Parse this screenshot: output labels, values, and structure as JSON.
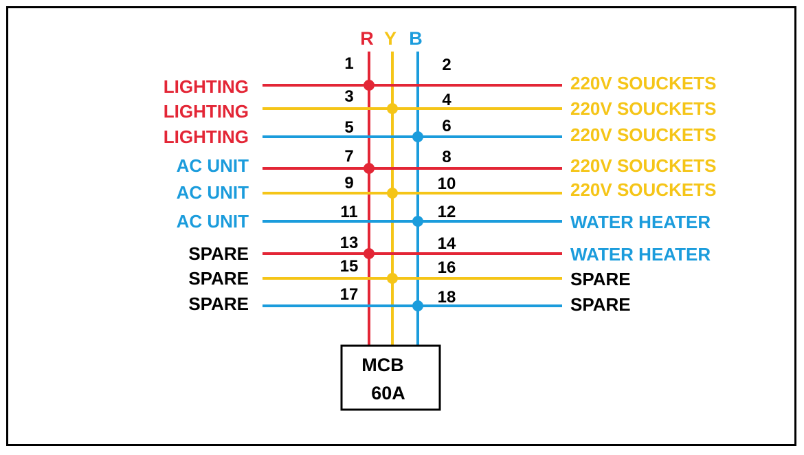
{
  "colors": {
    "R": "#e32636",
    "Y": "#f5c518",
    "B": "#1b9cdc",
    "black": "#000000"
  },
  "phases": [
    {
      "key": "R",
      "label": "R",
      "color": "#e32636"
    },
    {
      "key": "Y",
      "label": "Y",
      "color": "#f5c518"
    },
    {
      "key": "B",
      "label": "B",
      "color": "#1b9cdc"
    }
  ],
  "circuits": [
    {
      "phase": "R",
      "left": {
        "num": "1",
        "label": "LIGHTING",
        "label_color": "#e32636"
      },
      "right": {
        "num": "2",
        "label": "220V SOUCKETS",
        "label_color": "#f5c518"
      }
    },
    {
      "phase": "Y",
      "left": {
        "num": "3",
        "label": "LIGHTING",
        "label_color": "#e32636"
      },
      "right": {
        "num": "4",
        "label": "220V SOUCKETS",
        "label_color": "#f5c518"
      }
    },
    {
      "phase": "B",
      "left": {
        "num": "5",
        "label": "LIGHTING",
        "label_color": "#e32636"
      },
      "right": {
        "num": "6",
        "label": "220V SOUCKETS",
        "label_color": "#f5c518"
      }
    },
    {
      "phase": "R",
      "left": {
        "num": "7",
        "label": "AC UNIT",
        "label_color": "#1b9cdc"
      },
      "right": {
        "num": "8",
        "label": "220V SOUCKETS",
        "label_color": "#f5c518"
      }
    },
    {
      "phase": "Y",
      "left": {
        "num": "9",
        "label": "AC UNIT",
        "label_color": "#1b9cdc"
      },
      "right": {
        "num": "10",
        "label": "220V SOUCKETS",
        "label_color": "#f5c518"
      }
    },
    {
      "phase": "B",
      "left": {
        "num": "11",
        "label": "AC UNIT",
        "label_color": "#1b9cdc"
      },
      "right": {
        "num": "12",
        "label": "WATER HEATER",
        "label_color": "#1b9cdc"
      }
    },
    {
      "phase": "R",
      "left": {
        "num": "13",
        "label": "SPARE",
        "label_color": "#000000"
      },
      "right": {
        "num": "14",
        "label": "WATER HEATER",
        "label_color": "#1b9cdc"
      }
    },
    {
      "phase": "Y",
      "left": {
        "num": "15",
        "label": "SPARE",
        "label_color": "#000000"
      },
      "right": {
        "num": "16",
        "label": "SPARE",
        "label_color": "#000000"
      }
    },
    {
      "phase": "B",
      "left": {
        "num": "17",
        "label": "SPARE",
        "label_color": "#000000"
      },
      "right": {
        "num": "18",
        "label": "SPARE",
        "label_color": "#000000"
      }
    }
  ],
  "breaker": {
    "line1": "MCB",
    "line2": "60A"
  }
}
